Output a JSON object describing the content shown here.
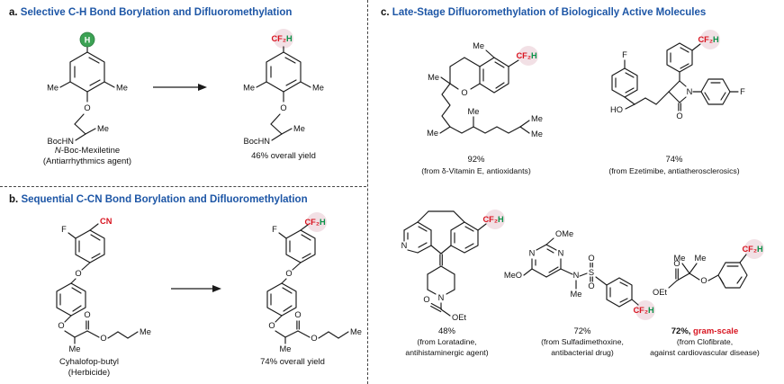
{
  "atoms": {
    "H": "H",
    "Me": "Me",
    "O": "O",
    "N": "N",
    "F": "F",
    "S": "S",
    "CN": "CN",
    "CF2": "CF₂",
    "HO": "HO",
    "BocHN": "BocHN",
    "OMe": "OMe",
    "MeO": "MeO",
    "OEt": "OEt"
  },
  "panel_a": {
    "label": "a.",
    "title": "Selective C-H Bond Borylation and Difluoromethylation",
    "reactant_name_italic": "N",
    "reactant_name_rest": "-Boc-Mexiletine",
    "reactant_desc": "(Antiarrhythmics agent)",
    "yield": "46% overall yield"
  },
  "panel_b": {
    "label": "b.",
    "title": "Sequential C-CN Bond Borylation and Difluoromethylation",
    "reactant_name": "Cyhalofop-butyl",
    "reactant_desc": "(Herbicide)",
    "yield": "74% overall yield"
  },
  "panel_c": {
    "label": "c.",
    "title": "Late-Stage Difluoromethylation of Biologically Active Molecules",
    "molecules": [
      {
        "yield": "92%",
        "source1": "(from δ-Vitamin E, antioxidants)"
      },
      {
        "yield": "74%",
        "source1": "(from Ezetimibe, antiatherosclerosics)"
      },
      {
        "yield": "48%",
        "source1": "(from Loratadine,",
        "source2": "antihistaminergic agent)"
      },
      {
        "yield": "72%",
        "source1": "(from Sulfadimethoxine,",
        "source2": "antibacterial drug)"
      },
      {
        "yield": "72%,",
        "yield_highlight": " gram-scale",
        "source1": "(from Clofibrate,",
        "source2": "against cardiovascular disease)"
      }
    ]
  }
}
